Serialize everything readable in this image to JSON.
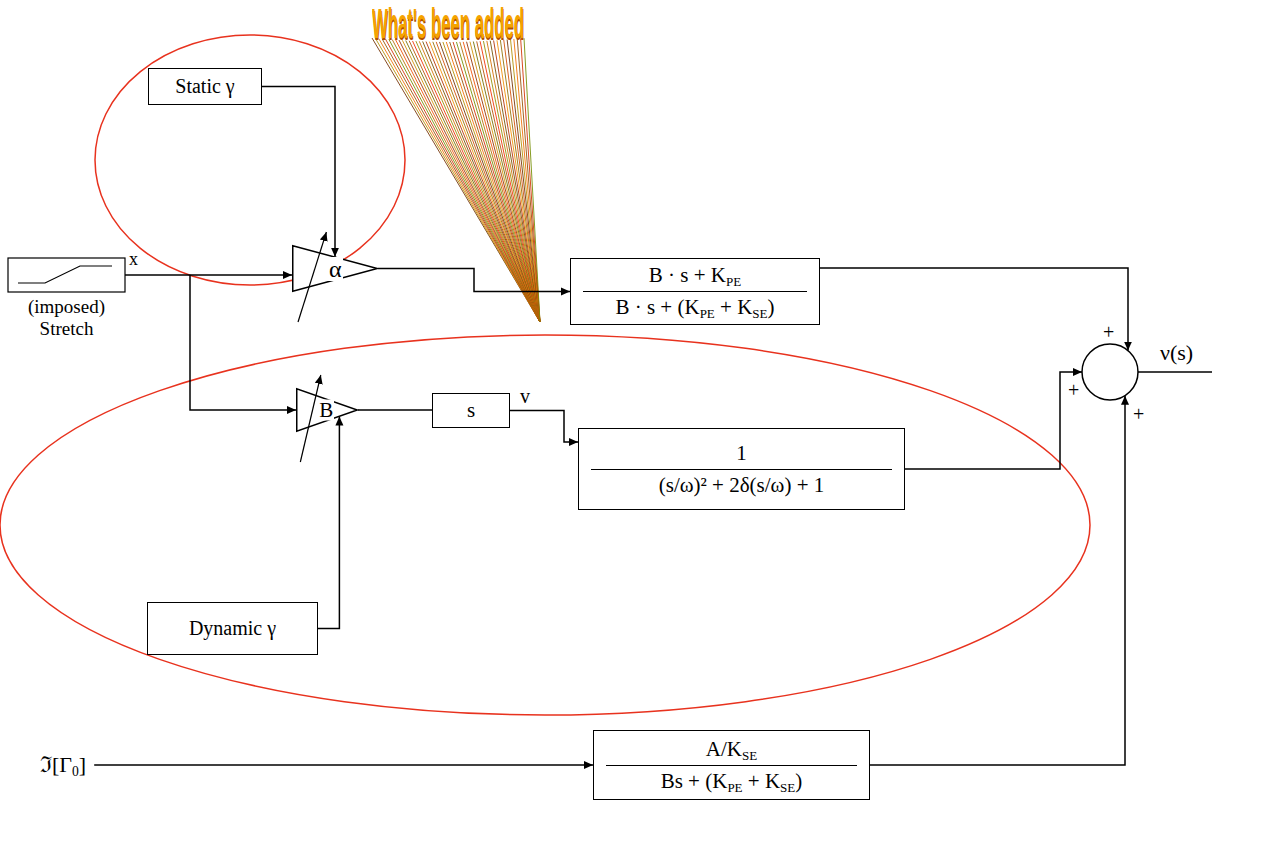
{
  "diagram": {
    "nodes": [
      {
        "text": [
          "Static γ"
        ]
      },
      {
        "text": [
          "α"
        ]
      },
      {
        "text": [
          "B · s + KPE",
          "B · s + (KPE + KSE)"
        ]
      },
      {
        "text": [
          "B"
        ]
      },
      {
        "text": [
          "s"
        ]
      },
      {
        "text": [
          "1",
          "(s/ω)² + 2δ(s/ω) + 1"
        ]
      },
      {
        "text": [
          "Dynamic γ"
        ]
      },
      {
        "text": [
          "A/KSE",
          "Bs + (KPE + KSE)"
        ]
      }
    ],
    "edges": [
      {
        "from": 0,
        "to": 1,
        "arrow": "to"
      },
      {
        "from": 1,
        "to": 2,
        "arrow": "to"
      },
      {
        "from": 3,
        "to": 4,
        "arrow": "none"
      },
      {
        "from": 4,
        "to": 5,
        "arrow": "to",
        "label": "v"
      },
      {
        "from": 6,
        "to": 3,
        "arrow": "to"
      }
    ],
    "labels": [
      "What's been added",
      "x",
      "(imposed) Stretch",
      "+",
      "+",
      "+",
      "ν(s)",
      "ℑ[Γ0]"
    ]
  }
}
